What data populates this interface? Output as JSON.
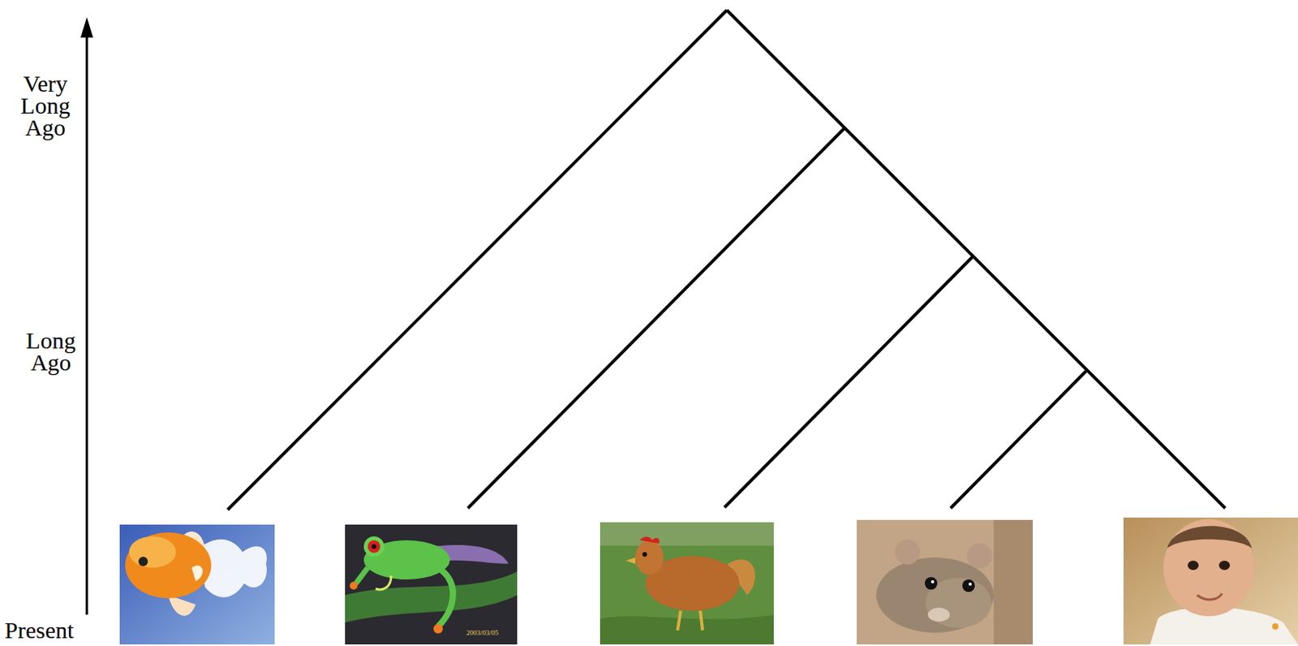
{
  "diagram": {
    "labels": [
      "Very Long Ago",
      "Long Ago",
      "Present",
      "2003/03/05"
    ]
  }
}
